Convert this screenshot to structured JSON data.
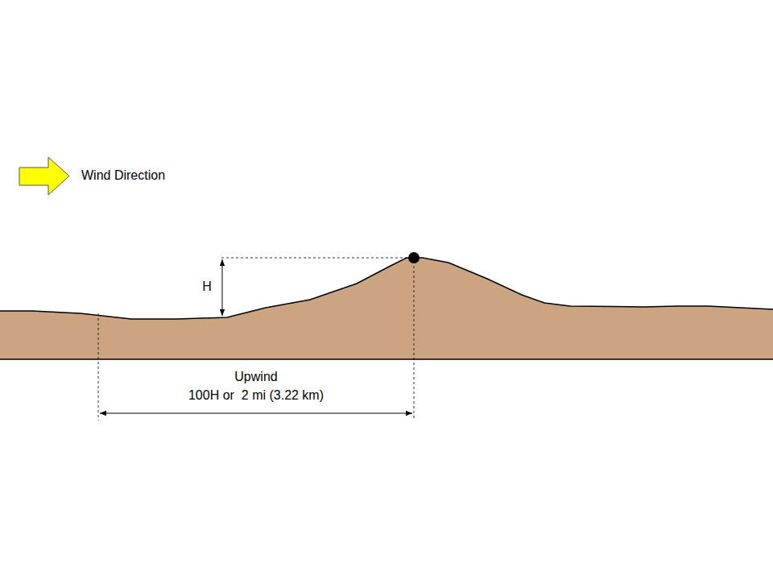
{
  "diagram": {
    "labels": [
      "Wind Direction",
      "H",
      "Upwind",
      "100H or  2 mi (3.22 km)"
    ]
  }
}
